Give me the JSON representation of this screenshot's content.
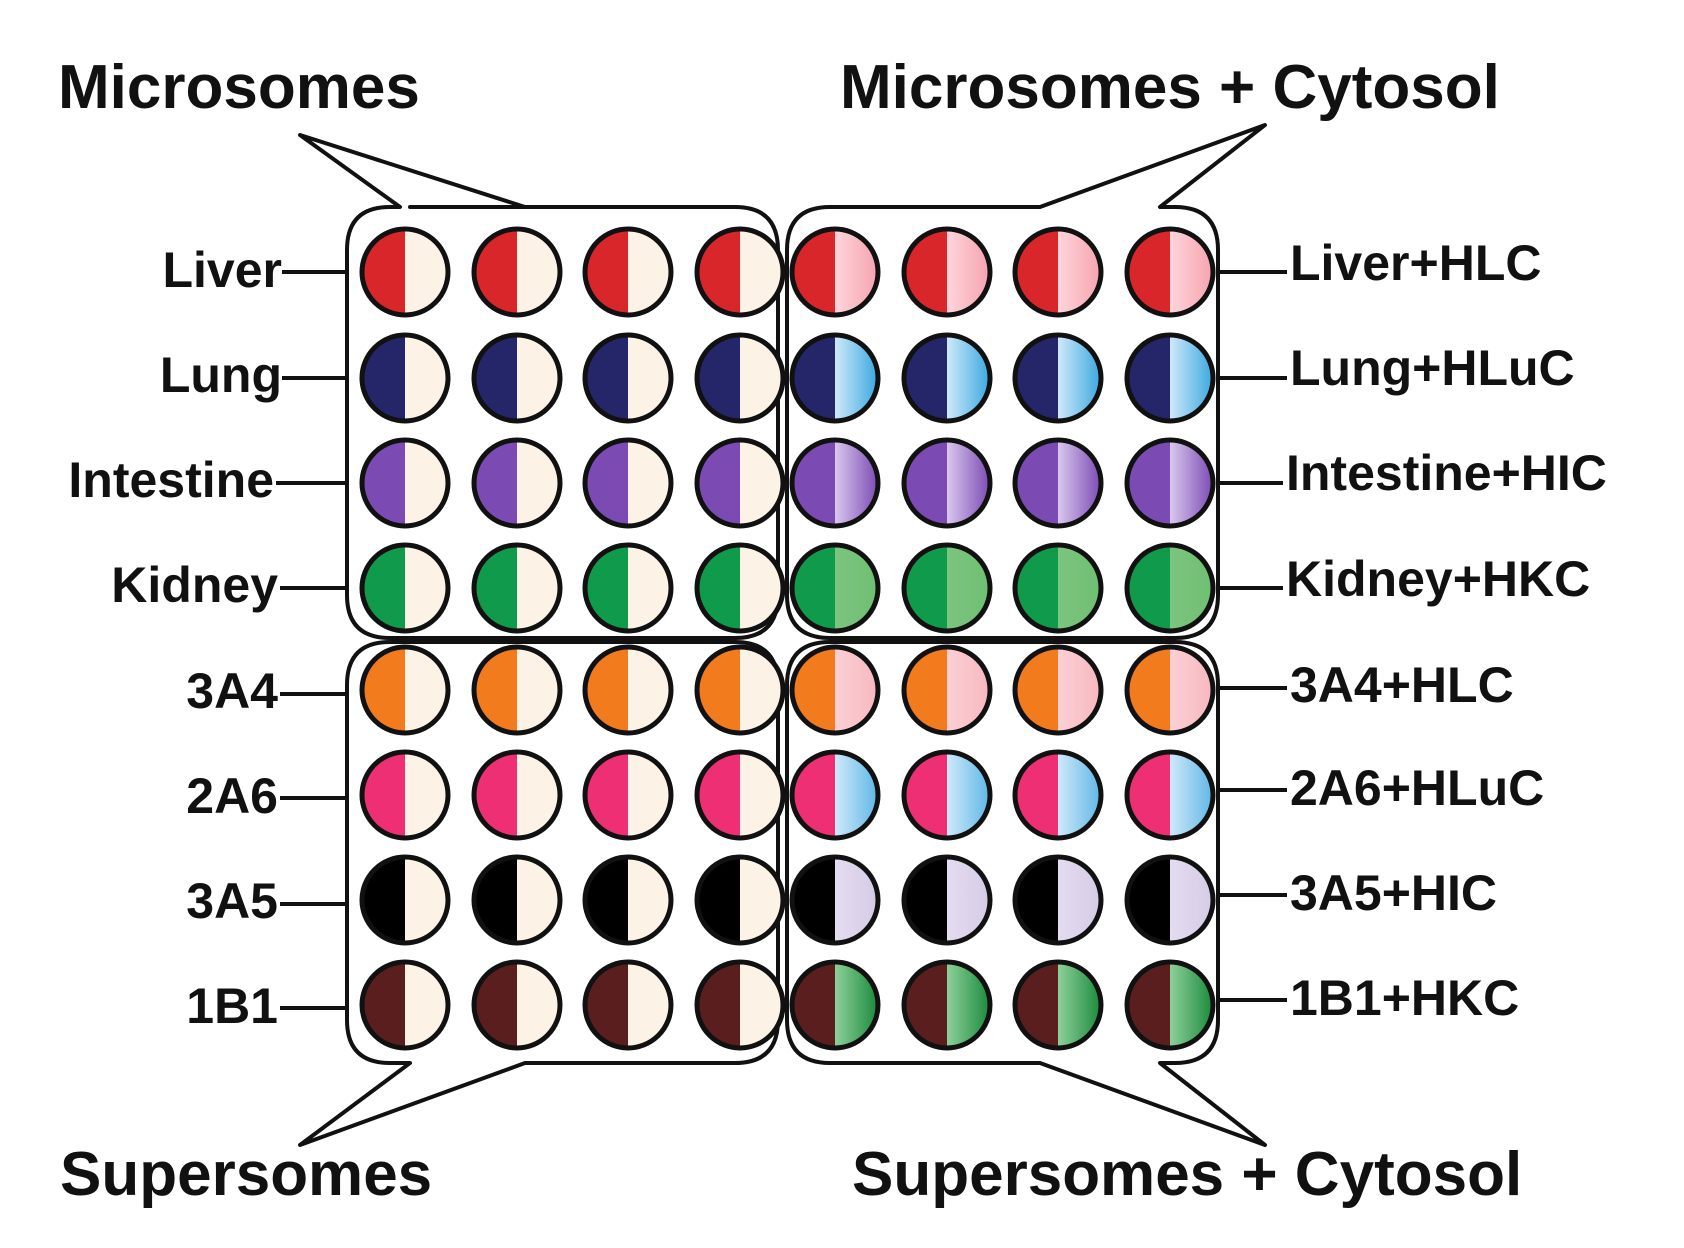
{
  "titles": {
    "top_left": "Microsomes",
    "top_right": "Microsomes + Cytosol",
    "bottom_left": "Supersomes",
    "bottom_right": "Supersomes + Cytosol"
  },
  "rows": [
    {
      "left": "Liver",
      "right": "Liver+HLC",
      "enzyme": "#d8262b",
      "cytosol": "#f5a3ae",
      "cyt_light": "#ffd5db",
      "group": "microsomes"
    },
    {
      "left": "Lung",
      "right": "Lung+HLuC",
      "enzyme": "#25266a",
      "cytosol": "#3aa8e0",
      "cyt_light": "#cfe9fa",
      "group": "microsomes"
    },
    {
      "left": "Intestine",
      "right": "Intestine+HIC",
      "enzyme": "#7b4bb3",
      "cytosol": "#7b4bb3",
      "cyt_light": "#d9c7ee",
      "group": "microsomes"
    },
    {
      "left": "Kidney",
      "right": "Kidney+HKC",
      "enzyme": "#0f9a4c",
      "cytosol": "#6fbf73",
      "cyt_light": "#7cc47f",
      "group": "microsomes"
    },
    {
      "left": "3A4",
      "right": "3A4+HLC",
      "enzyme": "#f27b1d",
      "cytosol": "#f7b8bf",
      "cyt_light": "#fbd0d5",
      "group": "supersomes"
    },
    {
      "left": "2A6",
      "right": "2A6+HLuC",
      "enzyme": "#ef2f73",
      "cytosol": "#5fb6e6",
      "cyt_light": "#cfe9fa",
      "group": "supersomes"
    },
    {
      "left": "3A5",
      "right": "3A5+HIC",
      "enzyme": "#000000",
      "cytosol": "#d6cbe6",
      "cyt_light": "#e4dcf0",
      "group": "supersomes"
    },
    {
      "left": "1B1",
      "right": "1B1+HKC",
      "enzyme": "#5a1e1e",
      "cytosol": "#1a8a3c",
      "cyt_light": "#8ed09a",
      "group": "supersomes"
    }
  ],
  "colors": {
    "empty_half": "#fdf2e6",
    "outline": "#111111"
  }
}
